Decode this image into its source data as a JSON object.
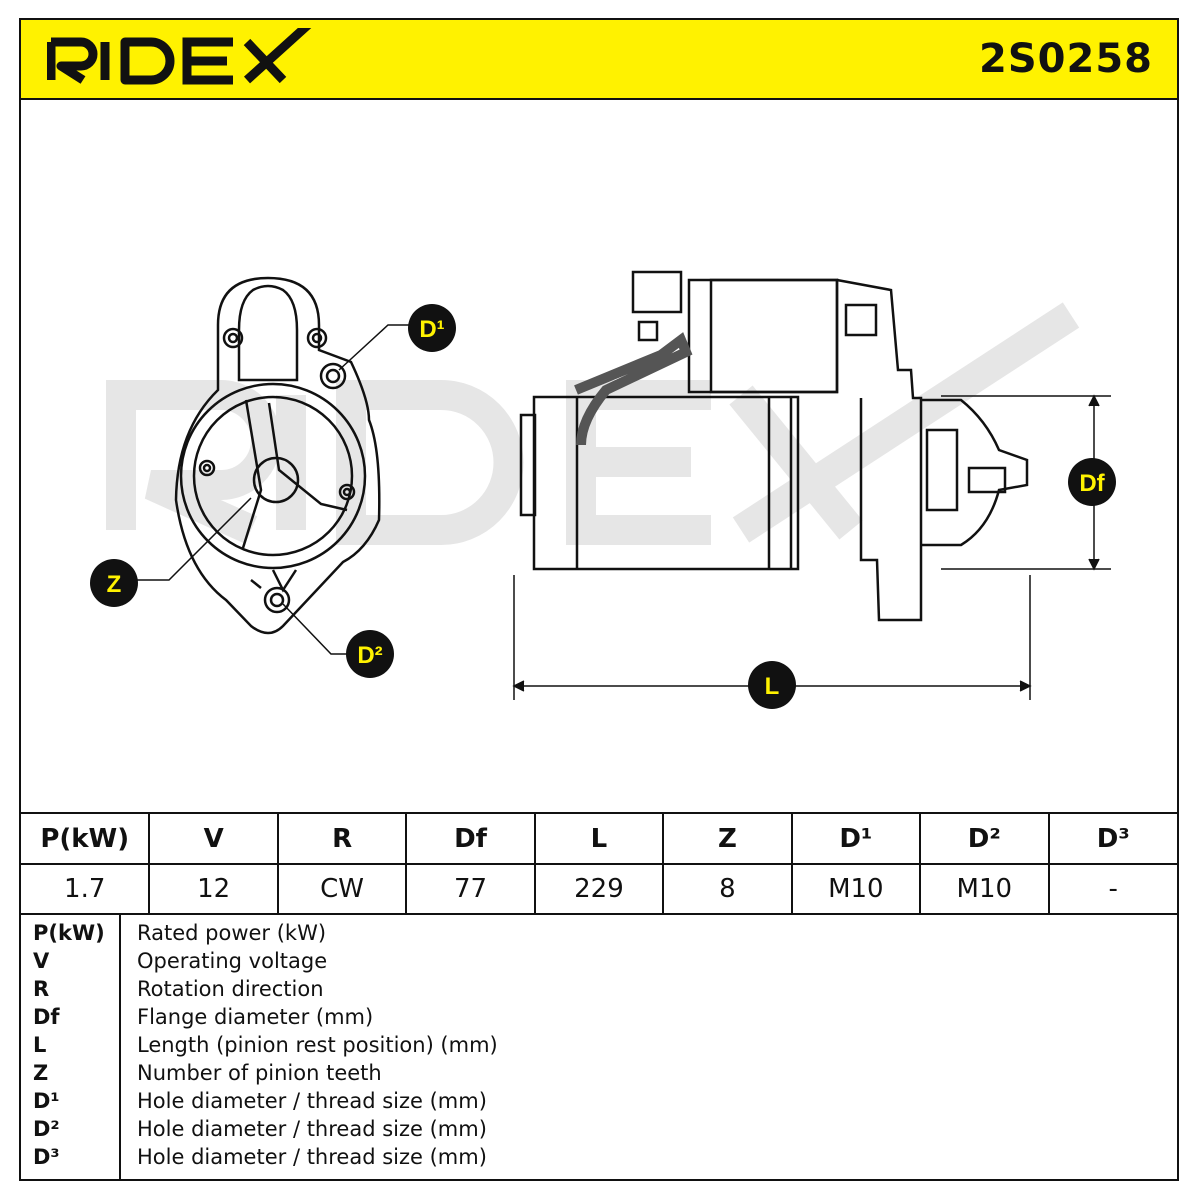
{
  "brand": "RIDEX",
  "part_number": "2S0258",
  "callouts": {
    "d1": "D¹",
    "d2": "D²",
    "z": "Z",
    "df": "Df",
    "l": "L"
  },
  "spec_table": {
    "headers": [
      "P(kW)",
      "V",
      "R",
      "Df",
      "L",
      "Z",
      "D¹",
      "D²",
      "D³"
    ],
    "values": [
      "1.7",
      "12",
      "CW",
      "77",
      "229",
      "8",
      "M10",
      "M10",
      "-"
    ]
  },
  "legend": [
    {
      "abbr": "P(kW)",
      "desc": "Rated power (kW)"
    },
    {
      "abbr": "V",
      "desc": "Operating voltage"
    },
    {
      "abbr": "R",
      "desc": "Rotation direction"
    },
    {
      "abbr": "Df",
      "desc": "Flange diameter (mm)"
    },
    {
      "abbr": "L",
      "desc": "Length (pinion rest position) (mm)"
    },
    {
      "abbr": "Z",
      "desc": "Number of pinion teeth"
    },
    {
      "abbr": "D¹",
      "desc": "Hole diameter / thread size (mm)"
    },
    {
      "abbr": "D²",
      "desc": "Hole diameter / thread size (mm)"
    },
    {
      "abbr": "D³",
      "desc": "Hole diameter / thread size (mm)"
    }
  ],
  "colors": {
    "header_bg": "#fff200",
    "line": "#111111",
    "watermark": "#e6e6e6",
    "callout_bg": "#111111",
    "callout_text": "#fff200"
  }
}
